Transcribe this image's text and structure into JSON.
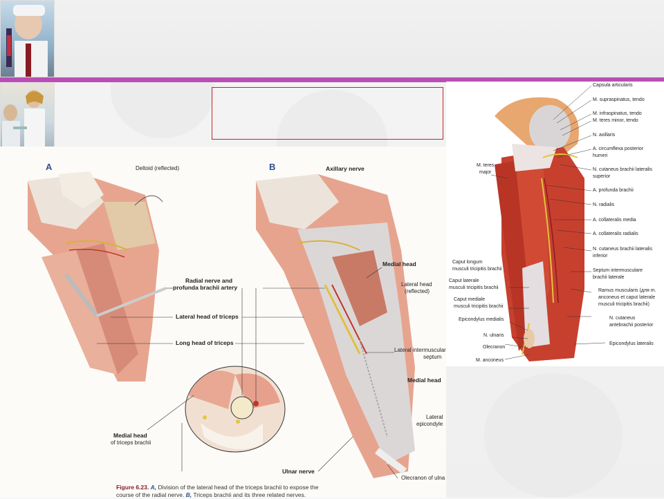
{
  "slide": {
    "title_box_text": "",
    "accent_color": "#b94fb4",
    "title_border_color": "#c0262c"
  },
  "left_figure": {
    "panel_a_letter": "A",
    "panel_b_letter": "B",
    "labels": {
      "deltoid": "Deltoid (reflected)",
      "axillary_nerve": "Axillary nerve",
      "radial_nerve_1": "Radial nerve and",
      "radial_nerve_2": "profunda brachii artery",
      "medial_head_top": "Medial head",
      "lateral_head_reflected_1": "Lateral head",
      "lateral_head_reflected_2": "(reflected)",
      "lateral_head_triceps": "Lateral head of triceps",
      "long_head_triceps": "Long head of triceps",
      "lateral_intermuscular_1": "Lateral intermuscular",
      "lateral_intermuscular_2": "septum",
      "medial_head_right": "Medial head",
      "lateral_epicondyle_1": "Lateral",
      "lateral_epicondyle_2": "epicondyle",
      "medial_head_tb_1": "Medial head",
      "medial_head_tb_2": "of triceps brachii",
      "ulnar_nerve": "Ulnar nerve",
      "olecranon_ulna": "Olecranon of ulna"
    },
    "caption": {
      "figure_label": "Figure 6.23.",
      "a": "A,",
      "line1": "Division of the lateral head of the triceps brachii to expose the",
      "line2_start": "course of the radial nerve.",
      "b": "B,",
      "line2_end": "Triceps brachii and its three related nerves."
    }
  },
  "right_figure": {
    "labels": {
      "capsula": "Capsula articularis",
      "supraspinatus": "M. supraspinatus, tendo",
      "infraspinatus": "M. infraspinatus, tendo",
      "teres_minor": "M. teres minor, tendo",
      "axillaris": "N. axillaris",
      "circumflexa_1": "A. circumflexa posterior",
      "circumflexa_2": "humeri",
      "teres_major_1": "M. teres",
      "teres_major_2": "major",
      "cutaneus_sup_1": "N. cutaneus brachii lateralis",
      "cutaneus_sup_2": "superior",
      "profunda": "A. profunda brachii",
      "radialis": "N. radialis",
      "coll_media": "A. collateralis media",
      "coll_radialis": "A. collateralis radialis",
      "cutaneus_inf_1": "N. cutaneus brachii lateralis",
      "cutaneus_inf_2": "inferior",
      "caput_longum_1": "Caput longum",
      "caput_longum_2": "musculi tricipitis brachii",
      "septum_1": "Septum intermusculare",
      "septum_2": "brachii laterale",
      "caput_laterale_1": "Caput laterale",
      "caput_laterale_2": "musculi tricipitis brachii",
      "ramus_1": "Ramus muscularis (для m.",
      "ramus_2": "anconeus et caput laterale",
      "ramus_3": "musculi tricipitis brachii)",
      "caput_mediale_1": "Caput mediale",
      "caput_mediale_2": "musculi tricipitis brachii",
      "antebrachii_1": "N. cutaneus",
      "antebrachii_2": "antebrachii posterior",
      "epicondylus_medialis": "Epicondylus medialis",
      "n_ulnaris": "N. ulnaris",
      "epicondylus_lateralis": "Epicondylus lateralis",
      "olecranon": "Olecranon",
      "anconeus": "M. anconeus"
    }
  }
}
